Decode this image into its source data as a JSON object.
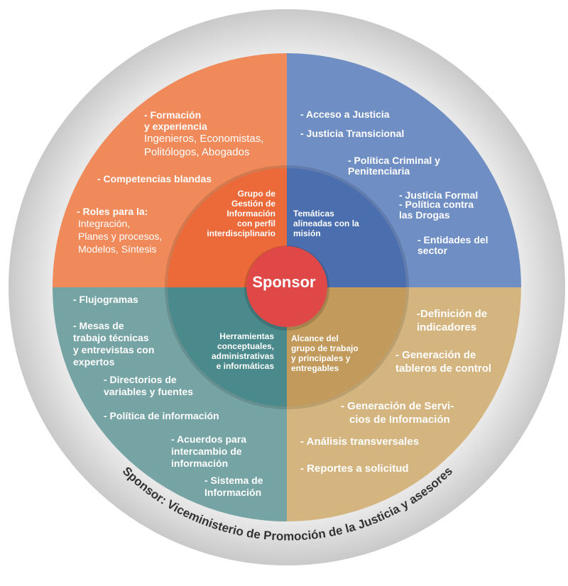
{
  "center": {
    "label": "Sponsor"
  },
  "footer": {
    "text": "Sponsor: Viceministerio de Promoción de la Justicia y asesores"
  },
  "inner": {
    "top_left": [
      "Grupo de",
      "Gestión de",
      "Información",
      "con perfil",
      "interdisciplinario"
    ],
    "top_right": [
      "Temáticas",
      "alineadas con la",
      "misión"
    ],
    "bottom_left": [
      "Herramientas",
      "conceptuales,",
      "administrativas",
      "e informáticas"
    ],
    "bottom_right": [
      "Alcance del",
      "grupo de trabajo",
      "y principales y",
      "entregables"
    ]
  },
  "outer_top_left": {
    "formacion": [
      "- Formación",
      "y experiencia"
    ],
    "formacion_detail": [
      "Ingenieros, Economistas,",
      "Politólogos, Abogados"
    ],
    "competencias": "- Competencias blandas",
    "roles": "- Roles para la:",
    "roles_detail": [
      "Integración,",
      "Planes y procesos,",
      "Modelos, Síntesis"
    ]
  },
  "outer_top_right": {
    "acceso": "- Acceso a Justicia",
    "transicional": "- Justicia Transicional",
    "criminal": [
      "- Política Criminal y",
      "Penitenciaria"
    ],
    "formal": "- Justicia Formal",
    "drogas": [
      "- Política contra",
      "las Drogas"
    ],
    "entidades": [
      "- Entidades del",
      "sector"
    ]
  },
  "outer_bottom_left": {
    "flujogramas": "- Flujogramas",
    "mesas": [
      "- Mesas de",
      "trabajo técnicas",
      "y entrevistas con",
      "expertos"
    ],
    "directorios": [
      "- Directorios de",
      "variables y fuentes"
    ],
    "politica": "- Política de información",
    "acuerdos": [
      "- Acuerdos para",
      "intercambio de",
      "información"
    ],
    "sistema": [
      "- Sistema de",
      "Información"
    ]
  },
  "outer_bottom_right": {
    "definicion": [
      "-Definición de",
      "indicadores"
    ],
    "tableros": [
      "- Generación de",
      "tableros de control"
    ],
    "servicios": [
      "- Generación de Servi-",
      "cios de Información"
    ],
    "analisis": "- Análisis transversales",
    "reportes": "- Reportes a solicitud"
  },
  "colors": {
    "ring": "#d9d9d9",
    "top_left": "#f08a5a",
    "top_right": "#6f8ec4",
    "bottom_left": "#76a3a4",
    "bottom_right": "#d4b57f",
    "inner_top_left": "#ec6a3a",
    "inner_top_right": "#4b6fae",
    "inner_bottom_left": "#4a8a8c",
    "inner_bottom_right": "#c19a5c",
    "center": "#e04848"
  }
}
